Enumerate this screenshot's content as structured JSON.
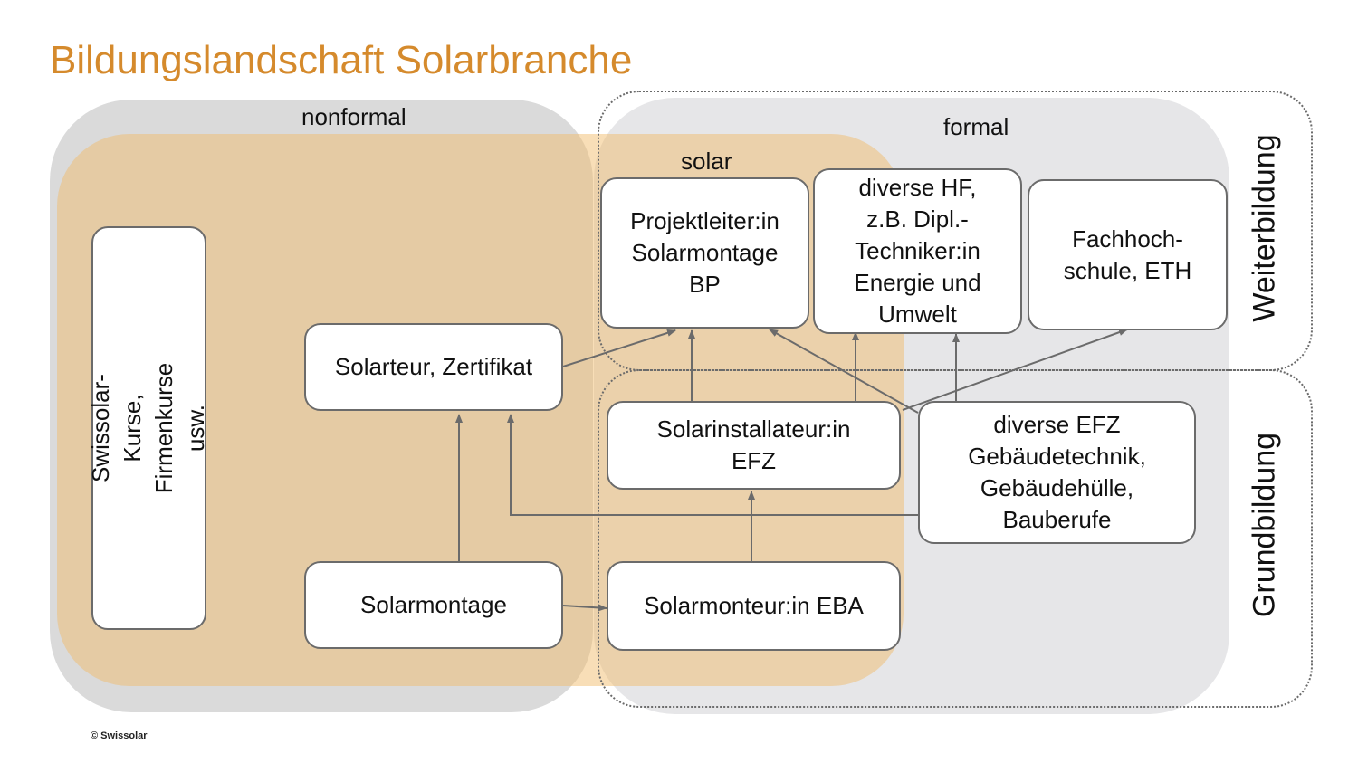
{
  "title": "Bildungslandschaft Solarbranche",
  "colors": {
    "title": "#d58a2c",
    "nonformal_area": "#dadada",
    "formal_area": "#e6e6e8",
    "solar_area": "#f0ba68",
    "box_border": "#6b6b6b",
    "arrow": "#6b6b6b"
  },
  "regions": {
    "nonformal": "nonformal",
    "formal": "formal",
    "solar": "solar",
    "weiterbildung": "Weiterbildung",
    "grundbildung": "Grundbildung"
  },
  "boxes": {
    "swissolar_kurse": "Swissolar-Kurse,\nFirmenkurse usw.",
    "solarteur": "Solarteur, Zertifikat",
    "solarmontage": "Solarmontage",
    "projektleiter": "Projektleiter:in\nSolarmontage\nBP",
    "diverse_hf": "diverse HF,\nz.B. Dipl.-\nTechniker:in\nEnergie und\nUmwelt",
    "fachhochschule": "Fachhoch-\nschule, ETH",
    "solarinstallateur": "Solarinstallateur:in\nEFZ",
    "diverse_efz": "diverse EFZ\nGebäudetechnik,\nGebäudehülle,\nBauberufe",
    "solarmonteur": "Solarmonteur:in EBA"
  },
  "footer": "© Swissolar"
}
